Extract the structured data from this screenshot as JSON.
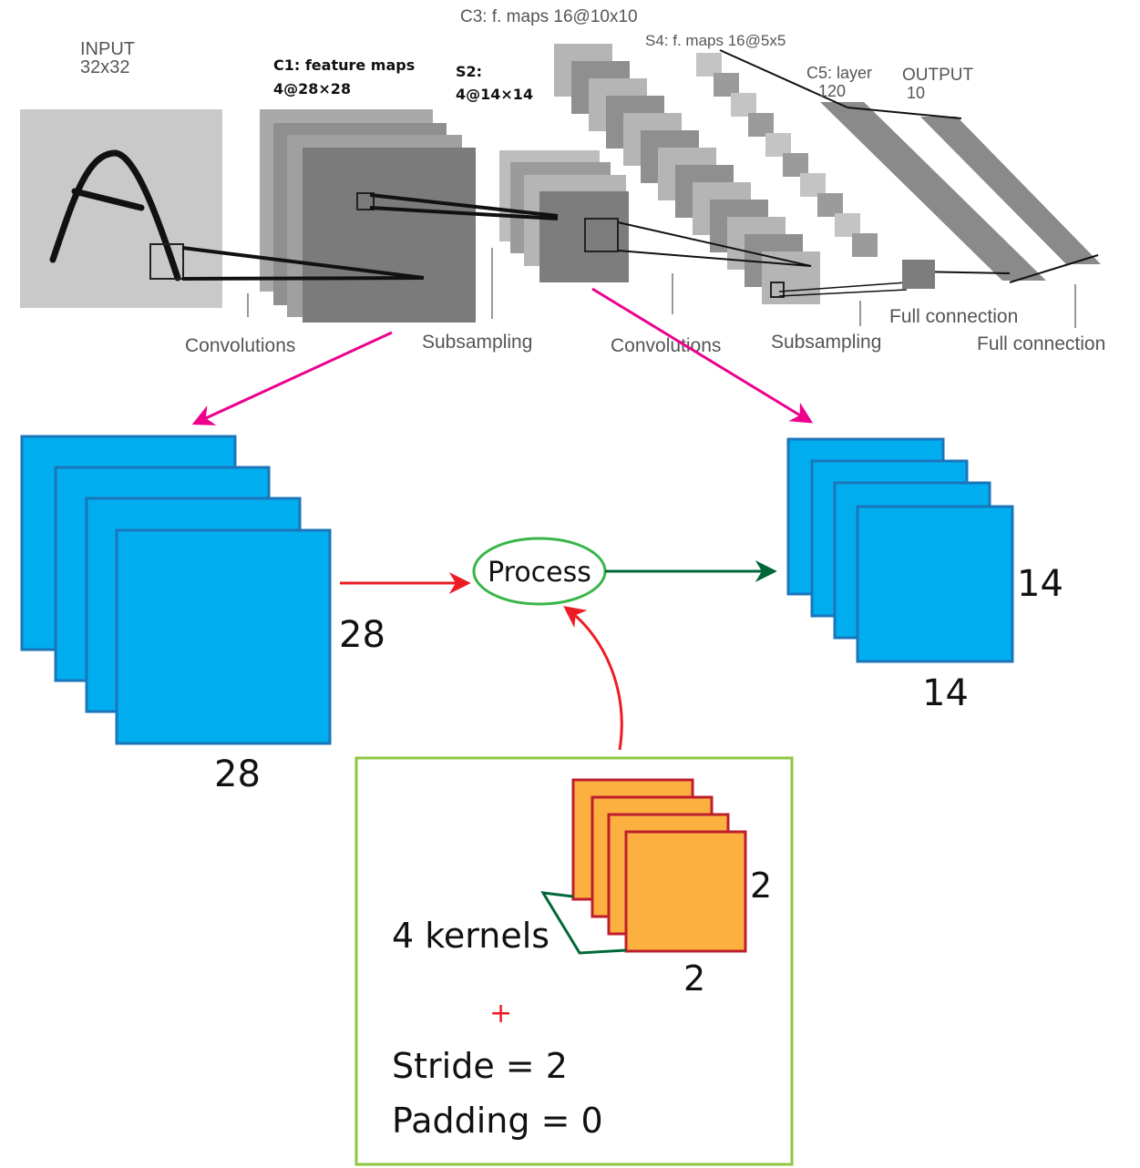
{
  "lenet": {
    "input_title": "INPUT",
    "input_size": "32x32",
    "c1_title": "C1: feature maps",
    "c1_size": "4@28×28",
    "s2_title": "S2:",
    "s2_size": "4@14×14",
    "c3_label": "C3: f. maps 16@10x10",
    "s4_label": "S4: f. maps 16@5x5",
    "c5_label": "C5: layer",
    "c5_size": "120",
    "output_label": "OUTPUT",
    "output_size": "10",
    "op_convolutions_1": "Convolutions",
    "op_subsampling_1": "Subsampling",
    "op_convolutions_2": "Convolutions",
    "op_subsampling_2": "Subsampling",
    "op_full_connection_1": "Full connection",
    "op_full_connection_2": "Full connection"
  },
  "input_maps": {
    "height": "28",
    "width": "28"
  },
  "output_maps": {
    "height": "14",
    "width": "14"
  },
  "process_label": "Process",
  "kernel_box": {
    "kernels_label": "4 kernels",
    "kernel_height": "2",
    "kernel_width": "2",
    "plus": "+",
    "stride": "Stride = 2",
    "padding": "Padding = 0"
  },
  "colors": {
    "map_blue": "#00aeef",
    "map_border": "#1b75bb",
    "kernel_orange": "#fbb040",
    "kernel_border": "#be1e2d",
    "pink_arrow": "#ec008c",
    "red_arrow": "#ed1c24",
    "green_arrow": "#006838",
    "process_ellipse": "#39b54a",
    "box_border": "#8dc63f"
  }
}
